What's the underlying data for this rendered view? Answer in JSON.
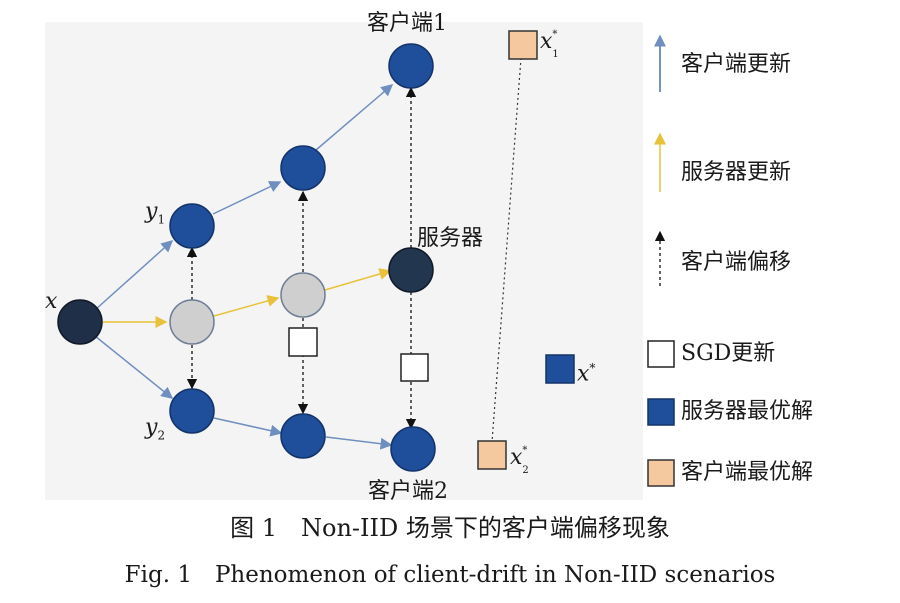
{
  "labels": {
    "client1": "客户端1",
    "client2": "客户端2",
    "server": "服务器",
    "x": "x",
    "y1": "y",
    "y1_sub": "1",
    "y2": "y",
    "y2_sub": "2",
    "x1_star": "x",
    "x1_star_sub": "1",
    "x1_star_sup": "*",
    "x2_star": "x",
    "x2_star_sub": "2",
    "x2_star_sup": "*",
    "x_star": "x",
    "x_star_sup": "*"
  },
  "legend": {
    "client_update": "客户端更新",
    "server_update": "服务器更新",
    "client_drift": "客户端偏移",
    "sgd_update": "SGD更新",
    "server_optimum": "服务器最优解",
    "client_optimum": "客户端最优解"
  },
  "caption": {
    "cn": "图 1　Non-IID 场景下的客户端偏移现象",
    "en": "Fig. 1　Phenomenon of client-drift in Non-IID scenarios"
  },
  "colors": {
    "client_node": "#1f4e9a",
    "server_node": "#22364f",
    "start_node": "#1e2f47",
    "intermediate_node": "#cfcfcf",
    "client_update_arrow": "#6f8fbf",
    "server_update_arrow": "#e8c23a",
    "client_optimum_fill": "#f5c8a0",
    "server_optimum_fill": "#1f4e9a"
  }
}
